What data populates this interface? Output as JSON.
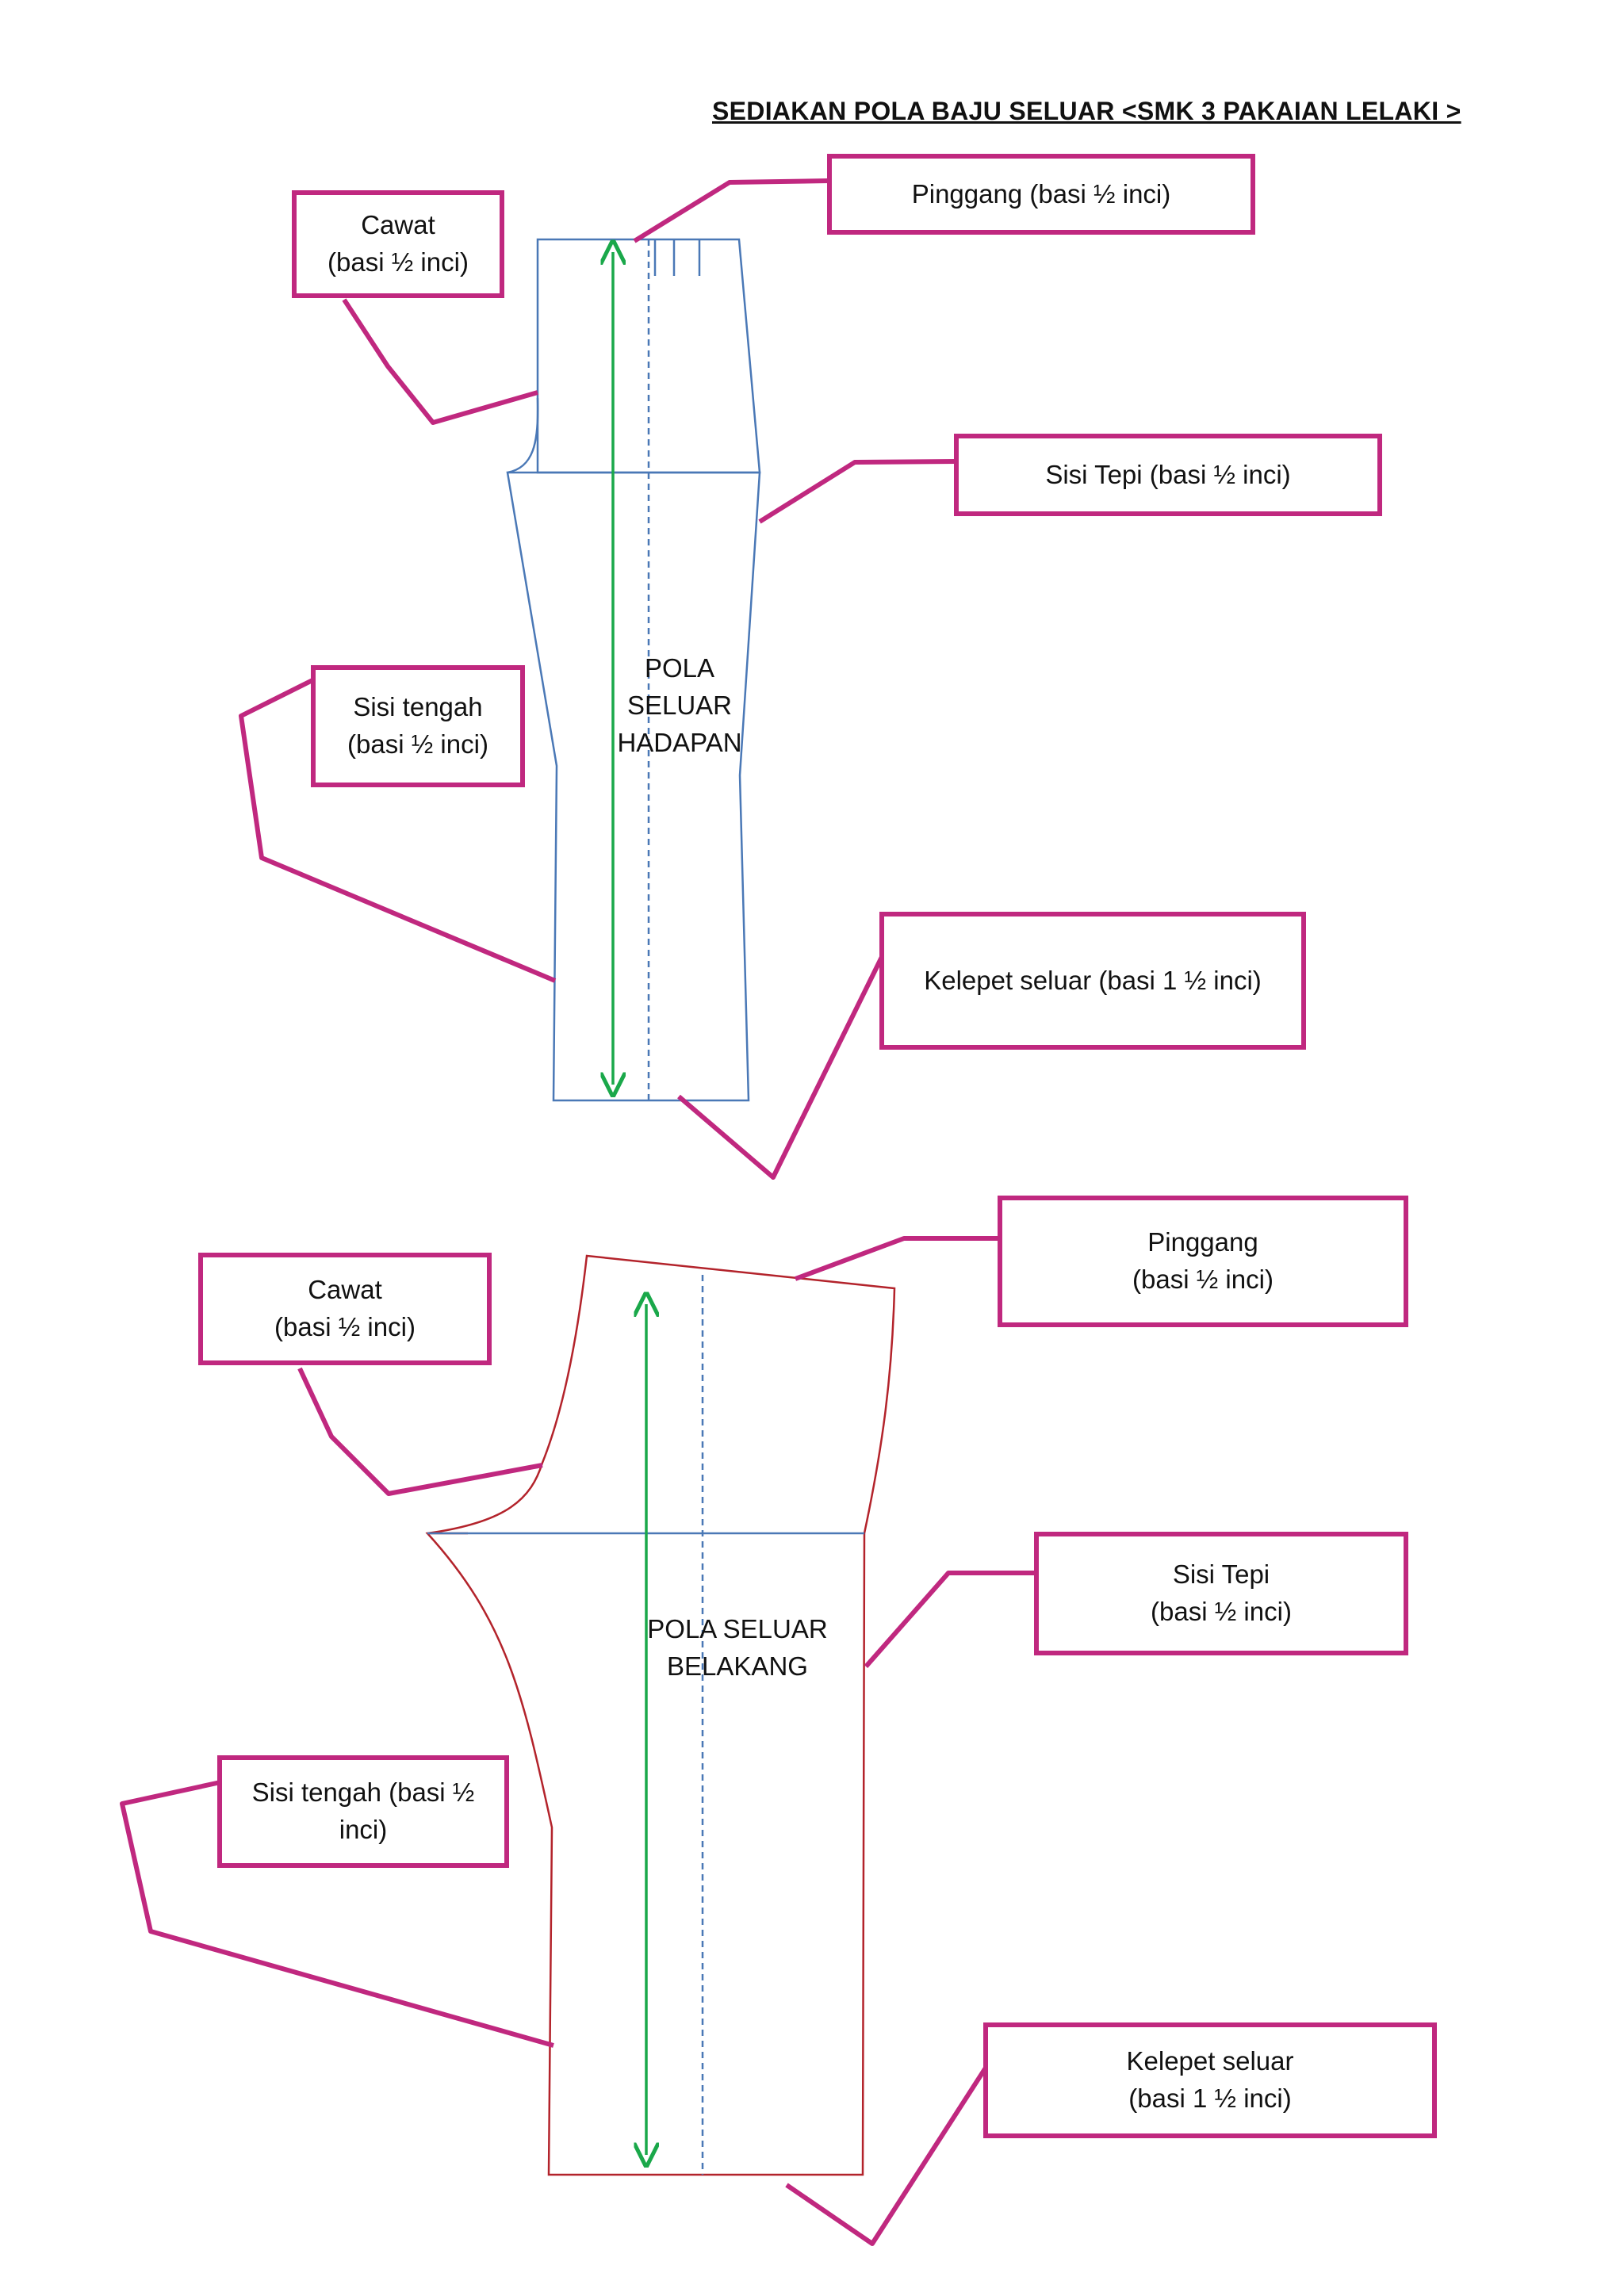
{
  "title": "SEDIAKAN POLA BAJU SELUAR  <SMK 3 PAKAIAN LELAKI >",
  "front_pattern": {
    "label": "POLA\nSELUAR\nHADAPAN",
    "outline_color": "#4a78b6",
    "callouts": {
      "cawat": "Cawat\n(basi ½ inci)",
      "pinggang": "Pinggang (basi ½ inci)",
      "sisi_tepi": "Sisi Tepi (basi ½ inci)",
      "sisi_tengah": "Sisi tengah\n(basi ½ inci)",
      "kelepet": "Kelepet seluar (basi 1 ½ inci)"
    }
  },
  "back_pattern": {
    "label": "POLA SELUAR\nBELAKANG",
    "outline_color": "#b3232b",
    "callouts": {
      "cawat": "Cawat\n(basi ½ inci)",
      "pinggang": "Pinggang\n(basi ½ inci)",
      "sisi_tepi": "Sisi Tepi\n(basi ½ inci)",
      "sisi_tengah": "Sisi tengah (basi ½\ninci)",
      "kelepet": "Kelepet seluar\n(basi 1 ½ inci)"
    }
  },
  "colors": {
    "callout_border": "#c0287f",
    "grainline": "#1aa84a",
    "center_line": "#4a78b6"
  }
}
